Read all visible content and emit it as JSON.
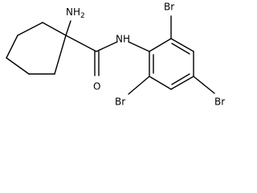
{
  "molecule": {
    "atoms": {
      "amine": "NH",
      "amine_subscript": "2",
      "amide_n": "NH",
      "carbonyl_o": "O",
      "br_top": "Br",
      "br_right": "Br",
      "br_left": "Br"
    }
  }
}
